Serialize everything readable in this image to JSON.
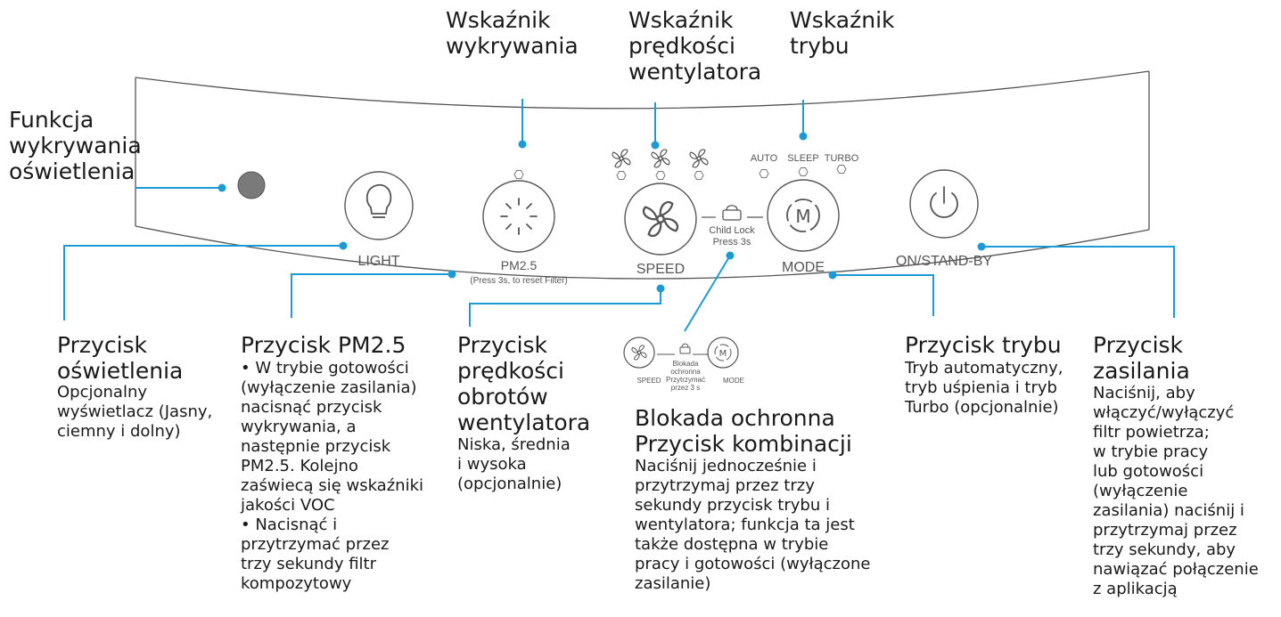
{
  "colors": {
    "leader": "#1b9ad6",
    "panel_stroke": "#555555",
    "sensor": "#7a7a7a"
  },
  "panel": {
    "light_label": "LIGHT",
    "pm_label": "PM2.5",
    "pm_sublabel": "(Press 3s, to reset Filter)",
    "speed_label": "SPEED",
    "child_lock_1": "Child Lock",
    "child_lock_2": "Press 3s",
    "mode_label": "MODE",
    "power_label": "ON/STAND-BY",
    "mode_auto": "AUTO",
    "mode_sleep": "SLEEP",
    "mode_turbo": "TURBO",
    "mode_icon_letter": "M"
  },
  "inset": {
    "speed_label": "SPEED",
    "mode_label": "MODE",
    "lock_1": "Blokada",
    "lock_2": "ochronna",
    "lock_3": "Przytrzymać",
    "lock_4": "przez 3 s",
    "mode_icon_letter": "M"
  },
  "callouts": {
    "light_sensor": "Funkcja\nwykrywania\noświetlenia",
    "detect_indicator": "Wskaźnik\nwykrywania",
    "fan_speed_indicator": "Wskaźnik\nprędkości\nwentylatora",
    "mode_indicator": "Wskaźnik\ntrybu",
    "light_button_title": "Przycisk\noświetlenia",
    "light_button_desc": "Opcjonalny\nwyświetlacz (Jasny,\nciemny i dolny)",
    "pm_button_title": "Przycisk PM2.5",
    "pm_button_desc": "• W trybie gotowości\n(wyłączenie zasilania)\nnacisnąć przycisk\nwykrywania, a\nnastępnie przycisk\nPM2.5. Kolejno\nzaświecą się wskaźniki\njakości VOC\n• Nacisnąć i\nprzytrzymać przez\ntrzy sekundy filtr\nkompozytowy",
    "speed_button_title": "Przycisk\nprędkości\nobrotów\nwentylatora",
    "speed_button_desc": "Niska, średnia\ni wysoka\n(opcjonalnie)",
    "lock_title": "Blokada ochronna\nPrzycisk kombinacji",
    "lock_desc": "Naciśnij jednocześnie i\nprzytrzymaj przez trzy\nsekundy przycisk trybu i\nwentylatora; funkcja ta jest\ntakże dostępna w trybie\npracy i gotowości (wyłączone\nzasilanie)",
    "mode_button_title": "Przycisk trybu",
    "mode_button_desc": "Tryb automatyczny,\ntryb uśpienia i tryb\nTurbo (opcjonalnie)",
    "power_button_title": "Przycisk\nzasilania",
    "power_button_desc": "Naciśnij, aby\nwłączyć/wyłączyć\nfiltr powietrza;\nw trybie pracy\nlub gotowości\n(wyłączenie\nzasilania) naciśnij i\nprzytrzymaj przez\ntrzy sekundy, aby\nnawiązać połączenie\nz aplikacją"
  }
}
